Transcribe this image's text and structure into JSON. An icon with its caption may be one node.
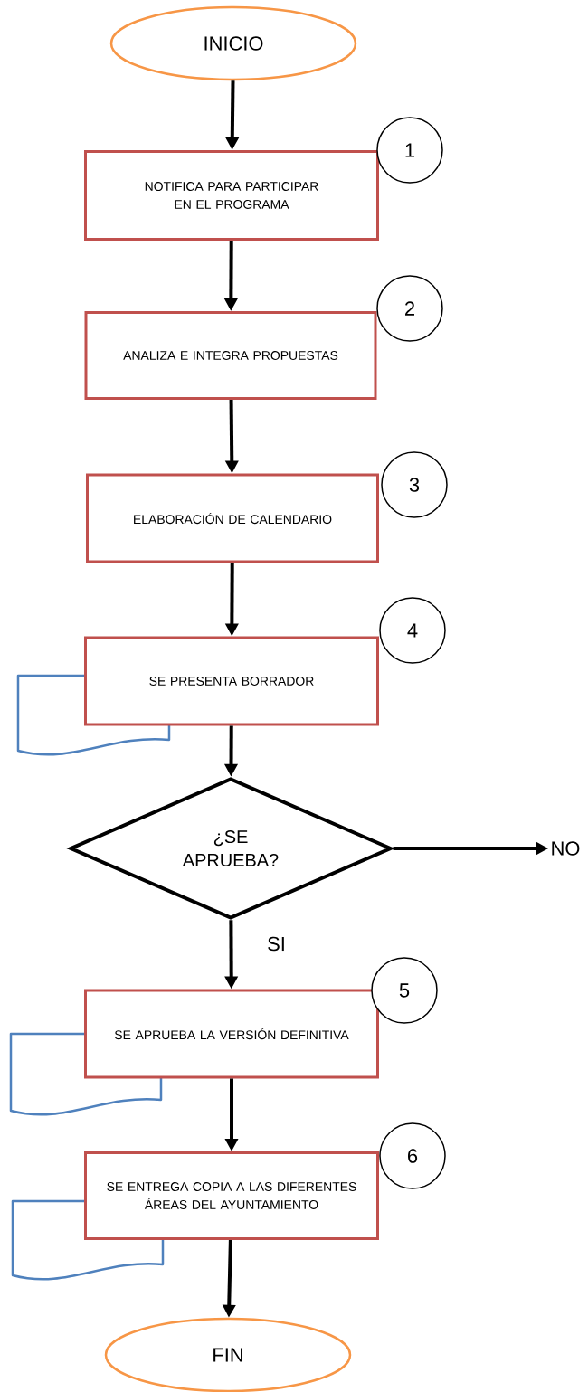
{
  "diagram": {
    "nodes": [
      {
        "text": [
          "INICIO"
        ]
      },
      {
        "text": [
          "NOTIFICA PARA PARTICIPAR EN EL PROGRAMA"
        ]
      },
      {
        "text": [
          "1"
        ]
      },
      {
        "text": [
          "ANALIZA E INTEGRA PROPUESTAS"
        ]
      },
      {
        "text": [
          "2"
        ]
      },
      {
        "text": [
          "ELABORACIÓN DE CALENDARIO"
        ]
      },
      {
        "text": [
          "3"
        ]
      },
      {
        "text": [
          "SE PRESENTA BORRADOR"
        ]
      },
      {
        "text": [
          "4"
        ]
      },
      {
        "text": [
          "¿SE APRUEBA?"
        ]
      },
      {
        "text": [
          "NO"
        ]
      },
      {
        "text": [
          "SE APRUEBA LA VERSIÓN DEFINITIVA"
        ]
      },
      {
        "text": [
          "5"
        ]
      },
      {
        "text": [
          "SE ENTREGA COPIA A LAS DIFERENTES ÁREAS DEL AYUNTAMIENTO"
        ]
      },
      {
        "text": [
          "6"
        ]
      },
      {
        "text": [
          "FIN"
        ]
      }
    ],
    "edges": [
      {
        "from": 0,
        "to": 1,
        "arrow": "to"
      },
      {
        "from": 1,
        "to": 3,
        "arrow": "to"
      },
      {
        "from": 3,
        "to": 5,
        "arrow": "to"
      },
      {
        "from": 5,
        "to": 7,
        "arrow": "to"
      },
      {
        "from": 7,
        "to": 9,
        "arrow": "to"
      },
      {
        "from": 9,
        "to": 10,
        "arrow": "to"
      },
      {
        "from": 9,
        "to": 11,
        "arrow": "to",
        "label": "SI"
      },
      {
        "from": 11,
        "to": 13,
        "arrow": "to"
      },
      {
        "from": 13,
        "to": 15,
        "arrow": "to"
      }
    ]
  }
}
